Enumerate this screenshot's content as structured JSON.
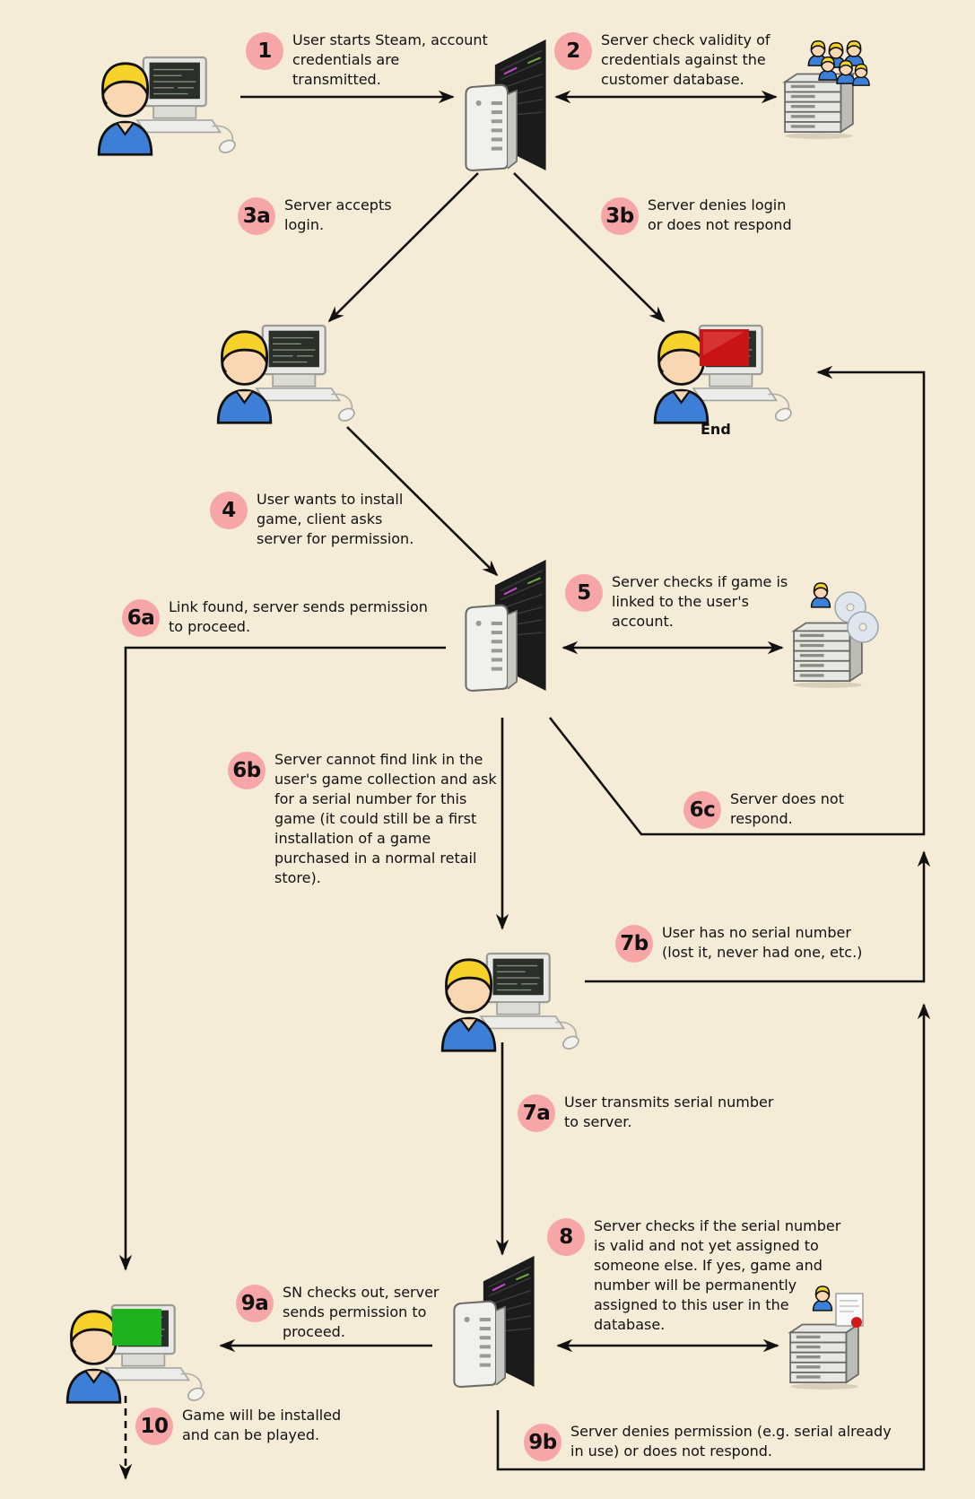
{
  "steps": {
    "s1": {
      "num": "1",
      "text": "User starts Steam, account\ncredentials are\ntransmitted."
    },
    "s2": {
      "num": "2",
      "text": "Server check validity of\ncredentials against the\ncustomer database."
    },
    "s3a": {
      "num": "3a",
      "text": "Server accepts\nlogin."
    },
    "s3b": {
      "num": "3b",
      "text": "Server denies login\nor does not respond"
    },
    "s4": {
      "num": "4",
      "text": "User wants to install\ngame, client asks\nserver for permission."
    },
    "s5": {
      "num": "5",
      "text": "Server checks if game is\nlinked to the user's\naccount."
    },
    "s6a": {
      "num": "6a",
      "text": "Link found, server sends permission\nto proceed."
    },
    "s6b": {
      "num": "6b",
      "text": "Server cannot find link in the\nuser's game collection and ask\nfor a serial number for this\ngame (it could still be a first\ninstallation of a game\npurchased in a normal retail\nstore)."
    },
    "s6c": {
      "num": "6c",
      "text": "Server does not\nrespond."
    },
    "s7a": {
      "num": "7a",
      "text": "User transmits serial number\nto server."
    },
    "s7b": {
      "num": "7b",
      "text": "User has no serial number\n(lost it, never had one, etc.)"
    },
    "s8": {
      "num": "8",
      "text": "Server checks if the serial number\nis valid and not yet assigned to\nsomeone else. If yes, game and\nnumber will be permanently\nassigned to this user in the\ndatabase."
    },
    "s9a": {
      "num": "9a",
      "text": "SN checks out, server\nsends permission to\nproceed."
    },
    "s9b": {
      "num": "9b",
      "text": "Server denies permission (e.g. serial already\nin use) or does not respond."
    },
    "s10": {
      "num": "10",
      "text": "Game will be installed\nand can be played."
    }
  },
  "end_label": "End",
  "icons": {
    "user_pc": "user-computer-icon",
    "server": "server-icon",
    "database": "database-server-icon",
    "screen_end": "red-screen",
    "screen_ok": "green-screen"
  },
  "colors": {
    "background": "#f4ecd6",
    "badge": "#f7a6a8",
    "arrow": "#111111",
    "user_shirt": "#3d7fd6",
    "user_hair": "#f7d22a",
    "end_screen": "#c81414",
    "ok_screen": "#1fb21f"
  }
}
